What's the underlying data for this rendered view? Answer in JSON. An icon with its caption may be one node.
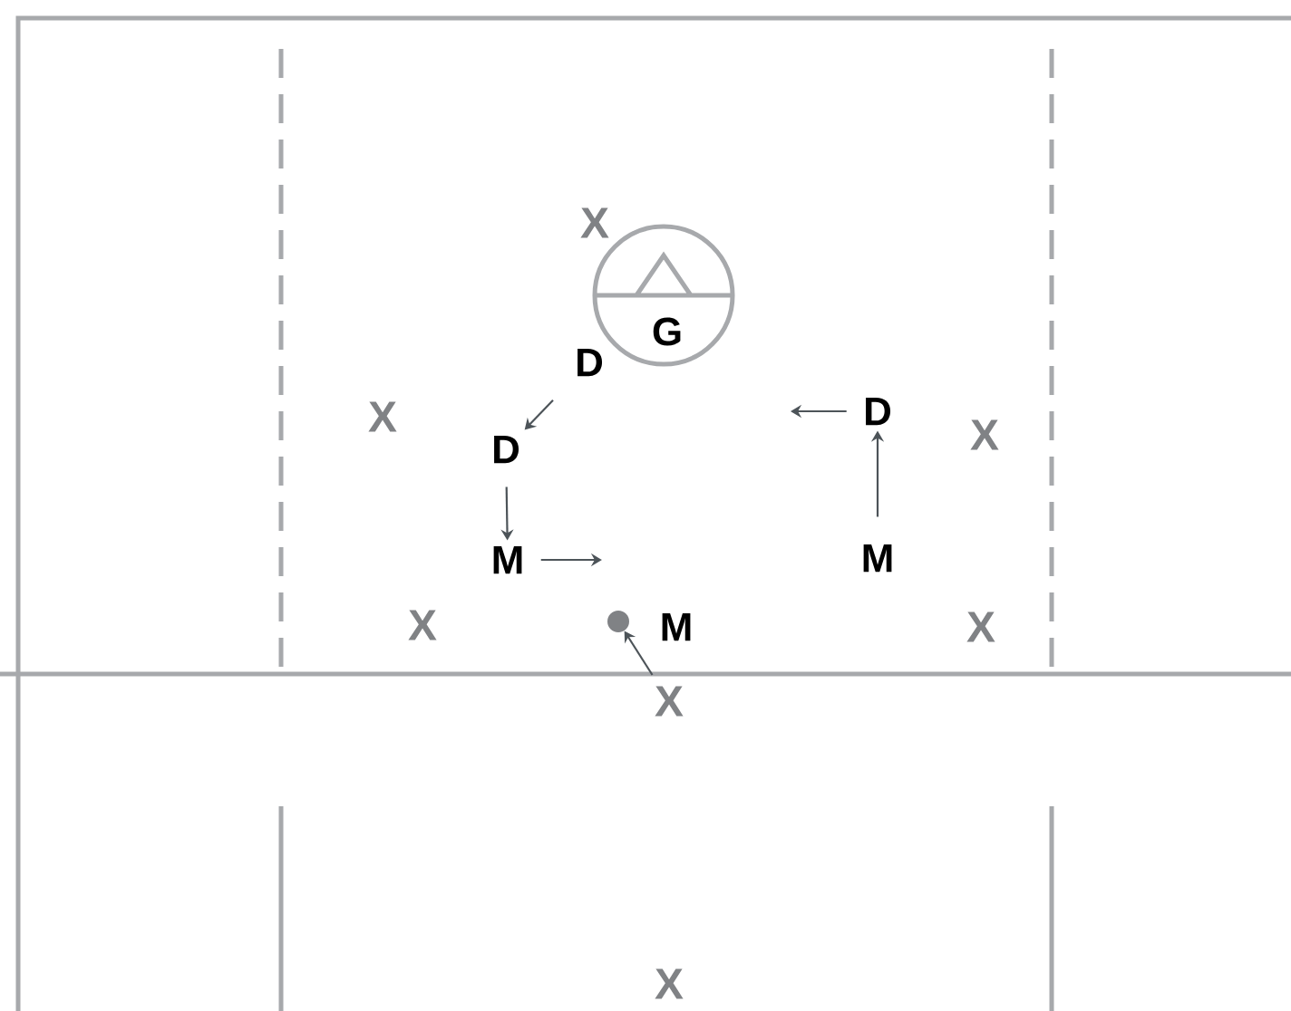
{
  "diagram": {
    "nodes": [
      {
        "text": [
          "X"
        ]
      },
      {
        "text": [
          "G"
        ]
      },
      {
        "text": [
          "D"
        ]
      },
      {
        "text": [
          "X"
        ]
      },
      {
        "text": [
          "D"
        ]
      },
      {
        "text": [
          "X"
        ]
      },
      {
        "text": [
          "D"
        ]
      },
      {
        "text": [
          "M"
        ]
      },
      {
        "text": [
          "M"
        ]
      },
      {
        "text": [
          "X"
        ]
      },
      {
        "text": [],
        "shape": "circle"
      },
      {
        "text": [
          "M"
        ]
      },
      {
        "text": [
          "X"
        ]
      },
      {
        "text": [
          "X"
        ]
      },
      {
        "text": [
          "X"
        ]
      }
    ],
    "edges": [
      {
        "from": 2,
        "to": 6,
        "arrow": "to"
      },
      {
        "from": 6,
        "to": 8,
        "arrow": "to"
      },
      {
        "from": 8,
        "to": null,
        "arrow": "to"
      },
      {
        "from": 4,
        "to": null,
        "arrow": "to"
      },
      {
        "from": 7,
        "to": 4,
        "arrow": "to"
      },
      {
        "from": 13,
        "to": 10,
        "arrow": "to"
      }
    ]
  }
}
